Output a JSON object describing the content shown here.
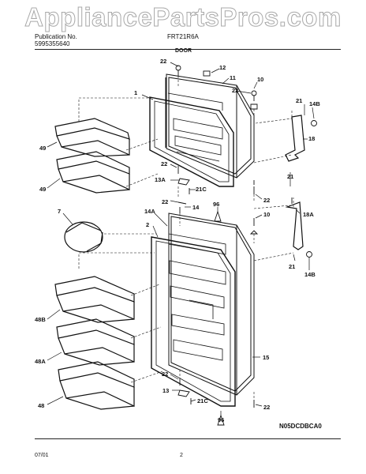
{
  "watermark": "AppliancePartsPros.com",
  "header": {
    "publication_label": "Publication No.",
    "publication_number": "5995355640",
    "model": "FRT21R6A",
    "section": "DOOR"
  },
  "footer": {
    "date": "07/01",
    "page": "2",
    "drawing_code": "N05DCDBCA0"
  },
  "callouts": {
    "c22a": "22",
    "c12": "12",
    "c11": "11",
    "c22b": "22",
    "c10a": "10",
    "c1": "1",
    "c21a": "21",
    "c14b_top": "14B",
    "c18": "18",
    "c49a": "49",
    "c49b": "49",
    "c22c": "22",
    "c13a": "13A",
    "c21c_a": "21C",
    "c21b": "21",
    "c22d": "22",
    "c22e": "22",
    "c14": "14",
    "c96a": "96",
    "c10b": "10",
    "c18a": "18A",
    "c14a": "14A",
    "c2": "2",
    "c7": "7",
    "c21d": "21",
    "c14b_bot": "14B",
    "c48b": "48B",
    "c15": "15",
    "c48a": "48A",
    "c48": "48",
    "c22f": "22",
    "c13": "13",
    "c21c_b": "21C",
    "c22g": "22",
    "c96b": "96"
  }
}
